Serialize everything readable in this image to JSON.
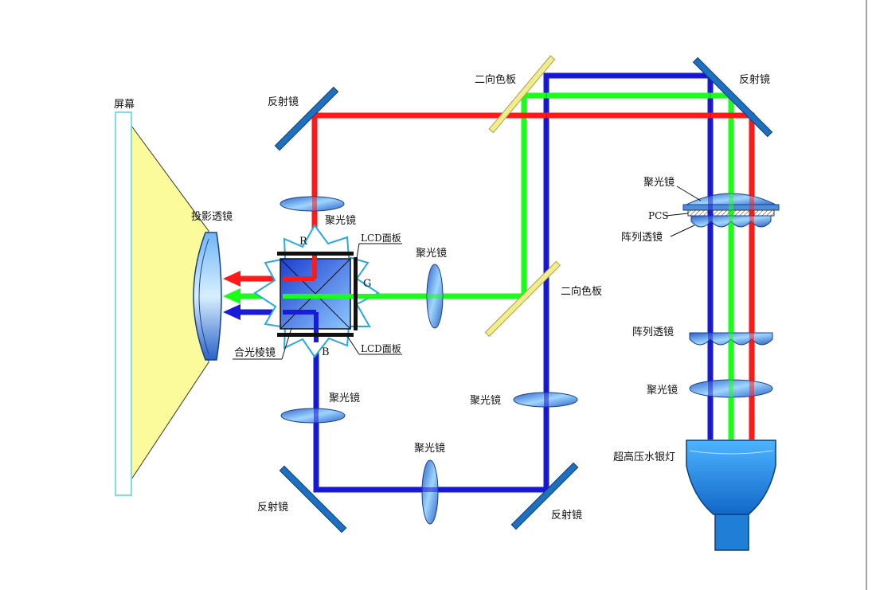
{
  "labels": {
    "screen": "屏幕",
    "projection_lens": "投影透镜",
    "mirror_top_left": "反射镜",
    "mirror_top_right": "反射镜",
    "mirror_bottom_left": "反射镜",
    "mirror_bottom_right": "反射镜",
    "dichroic_top": "二向色板",
    "dichroic_mid": "二向色板",
    "condenser_red": "聚光镜",
    "condenser_green": "聚光镜",
    "condenser_blue": "聚光镜",
    "condenser_bottom": "聚光镜",
    "condenser_right_vertical": "聚光镜",
    "condenser_top_right": "聚光镜",
    "condenser_lamp": "聚光镜",
    "pcs": "PCS",
    "array_lens_top": "阵列透镜",
    "array_lens_bottom": "阵列透镜",
    "lamp": "超高压水银灯",
    "lcd_panel_top": "LCD面板",
    "lcd_panel_bottom": "LCD面板",
    "prism": "合光棱镜",
    "letter_r": "R",
    "letter_g": "G",
    "letter_b": "B"
  },
  "colors": {
    "red": "#ff1a1a",
    "green": "#1aff1a",
    "blue": "#1a1ad9",
    "mirror": "#1f6fbf",
    "dichroic": "#f2ec8c",
    "screen_light": "#fbfb9b",
    "screen_edge": "#7fdce8",
    "burst_outline": "#2aa8e0",
    "lamp_blue": "#1f8fe0"
  }
}
